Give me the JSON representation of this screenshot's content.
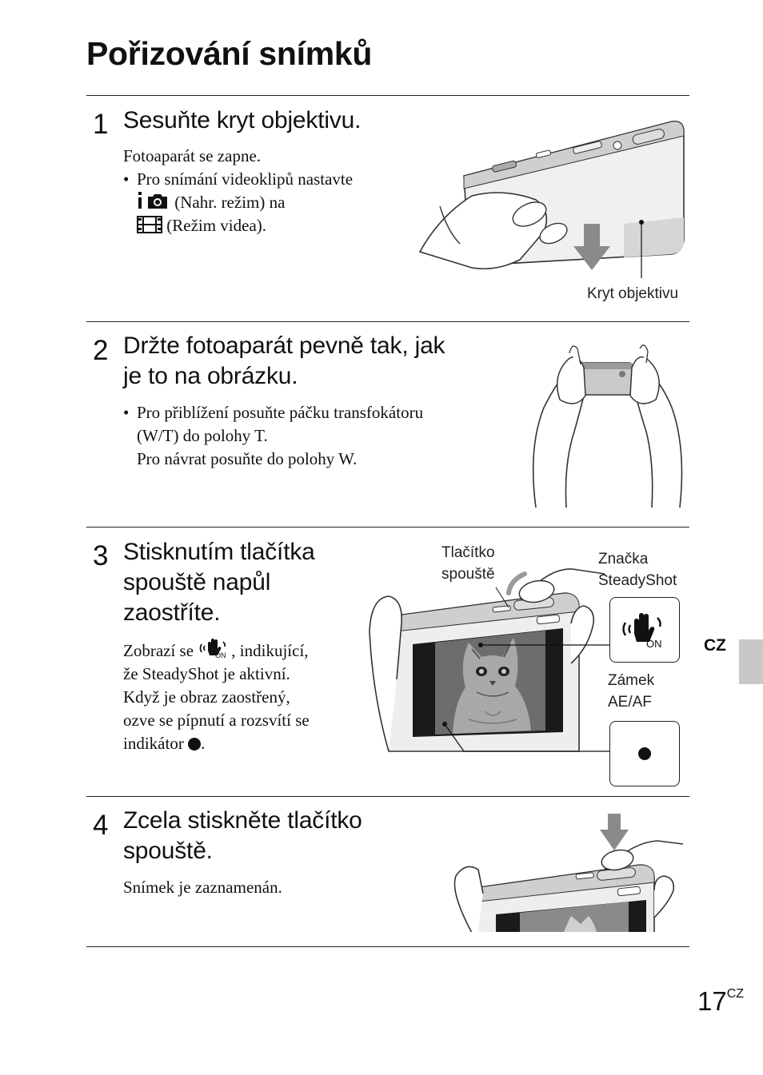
{
  "page_title": "Pořizování snímků",
  "steps": [
    {
      "number": "1",
      "title": "Sesuňte kryt objektivu.",
      "text": "Fotoaparát se zapne.",
      "bullet_line1": "Pro snímání videoklipů nastavte",
      "bullet_line2": "(Nahr. režim) na",
      "bullet_line3": "(Režim videa).",
      "callout_lens_cover": "Kryt objektivu"
    },
    {
      "number": "2",
      "title_line1": "Držte fotoaparát pevně tak, jak",
      "title_line2": "je to na obrázku.",
      "bullet_line1": "Pro přiblížení posuňte páčku transfokátoru",
      "bullet_line2": "(W/T) do polohy T.",
      "bullet_line3": "Pro návrat posuňte do polohy W."
    },
    {
      "number": "3",
      "title_line1": "Stisknutím tlačítka",
      "title_line2": "spouště napůl",
      "title_line3": "zaostříte.",
      "text_line1_a": "Zobrazí se",
      "text_line1_b": ", indikující,",
      "text_line2": "že SteadyShot je aktivní.",
      "text_line3": "Když je obraz zaostřený,",
      "text_line4": "ozve se pípnutí a rozsvítí se",
      "text_line5": "indikátor",
      "callout_shutter_1": "Tlačítko",
      "callout_shutter_2": "spouště",
      "callout_steadyshot_1": "Značka",
      "callout_steadyshot_2": "SteadyShot",
      "callout_aeaf_1": "Zámek",
      "callout_aeaf_2": "AE/AF",
      "steadyshot_badge": "ON"
    },
    {
      "number": "4",
      "title_line1": "Zcela stiskněte tlačítko",
      "title_line2": "spouště.",
      "text": "Snímek je zaznamenán."
    }
  ],
  "side_tab_label": "CZ",
  "page_number": "17",
  "page_number_suffix": "CZ"
}
